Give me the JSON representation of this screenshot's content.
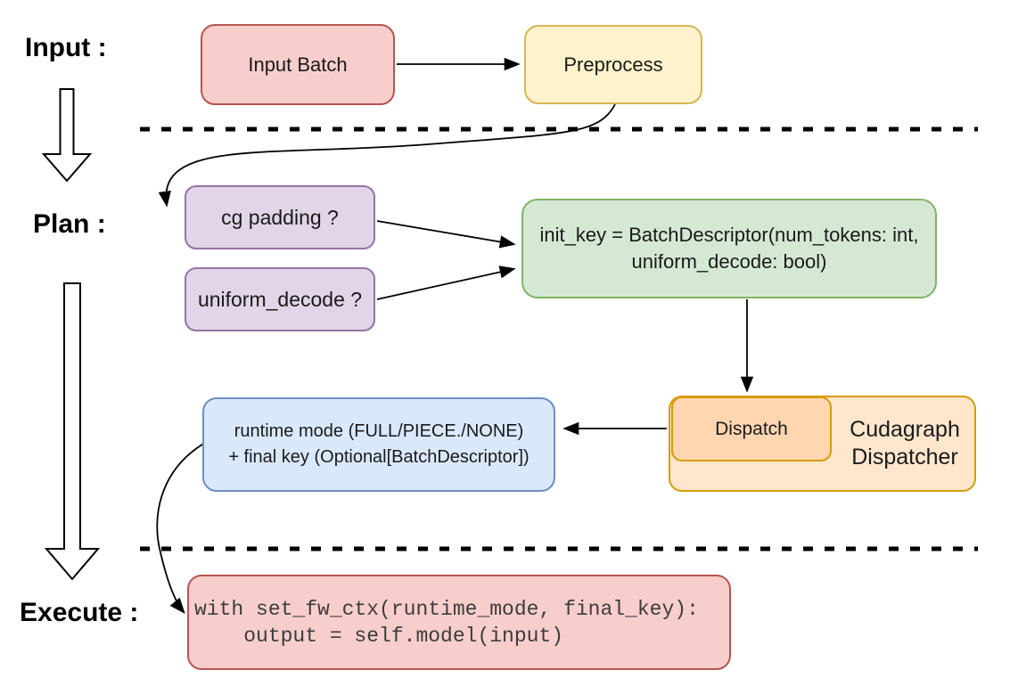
{
  "stage_labels": {
    "input": "Input :",
    "plan": "Plan :",
    "execute": "Execute :"
  },
  "nodes": {
    "input_batch": {
      "label": "Input Batch"
    },
    "preprocess": {
      "label": "Preprocess"
    },
    "cg_padding": {
      "label": "cg padding ?"
    },
    "uniform_decode": {
      "label": "uniform_decode ?"
    },
    "init_key": {
      "line1": "init_key = BatchDescriptor(num_tokens: int,",
      "line2": "uniform_decode: bool)"
    },
    "dispatch": {
      "label": "Dispatch"
    },
    "cudagraph_dispatcher": {
      "line1": "Cudagraph",
      "line2": "Dispatcher"
    },
    "runtime_mode": {
      "line1": "runtime mode (FULL/PIECE./NONE)",
      "line2": "+ final key (Optional[BatchDescriptor])"
    },
    "execute_code": {
      "line1": "with set_fw_ctx(runtime_mode, final_key):",
      "line2": "    output = self.model(input)"
    }
  },
  "colors": {
    "red_fill": "#F8CECC",
    "red_stroke": "#B85450",
    "yellow_fill": "#FFF2CC",
    "yellow_stroke": "#D6B656",
    "purple_fill": "#E1D5E7",
    "purple_stroke": "#9673A6",
    "green_fill": "#D5E8D4",
    "green_stroke": "#82B366",
    "orange_fill": "#FFE6CC",
    "orange_inner_fill": "#FFD6B0",
    "orange_stroke": "#D79B00",
    "blue_fill": "#DAE8FC",
    "blue_stroke": "#6C8EBF",
    "line_color": "#000000"
  }
}
